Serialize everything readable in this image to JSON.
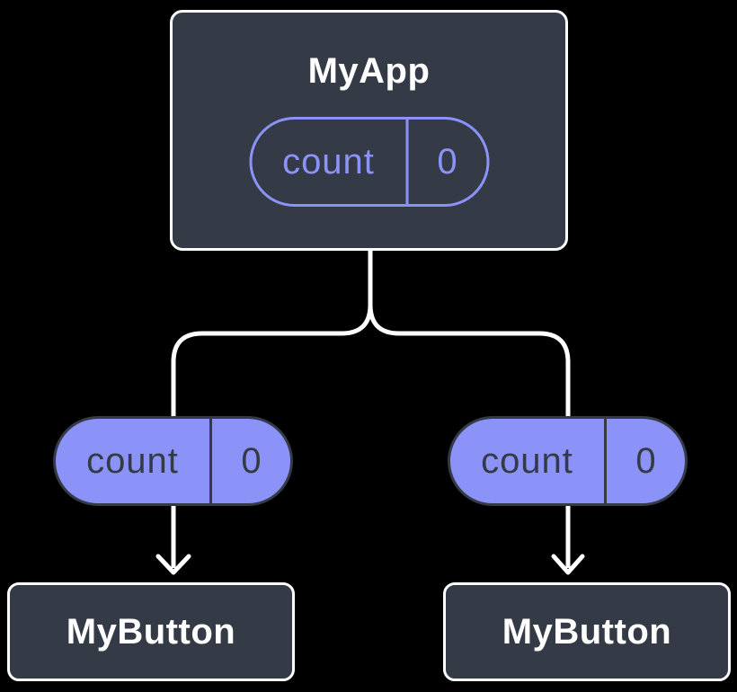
{
  "diagram": {
    "root": {
      "title": "MyApp",
      "state_pill": {
        "name": "count",
        "value": "0"
      }
    },
    "children": [
      {
        "title": "MyButton",
        "props_pill": {
          "name": "count",
          "value": "0"
        }
      },
      {
        "title": "MyButton",
        "props_pill": {
          "name": "count",
          "value": "0"
        }
      }
    ]
  },
  "colors": {
    "background": "#000000",
    "node_fill": "#343a46",
    "node_border": "#ffffff",
    "accent_purple": "#8b93f8",
    "pill_text_dark": "#343a46",
    "connector_white": "#ffffff"
  }
}
